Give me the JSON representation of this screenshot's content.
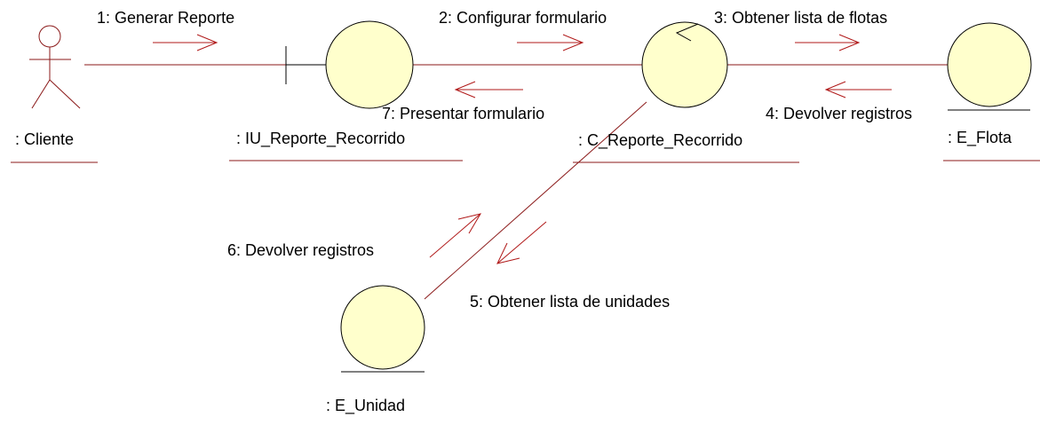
{
  "colors": {
    "link": "#8b1a1a",
    "arrow": "#b01818",
    "object_fill": "#ffffcc",
    "object_stroke": "#000000",
    "text": "#000000"
  },
  "objects": {
    "cliente": ": Cliente",
    "iu_reporte": ": IU_Reporte_Recorrido",
    "c_reporte": ": C_Reporte_Recorrido",
    "e_flota": ": E_Flota",
    "e_unidad": ": E_Unidad"
  },
  "messages": {
    "m1": "1: Generar Reporte",
    "m2": "2: Configurar formulario",
    "m3": "3: Obtener lista de flotas",
    "m4": "4: Devolver registros",
    "m5": "5: Obtener lista de unidades",
    "m6": "6: Devolver registros",
    "m7": "7: Presentar formulario"
  }
}
